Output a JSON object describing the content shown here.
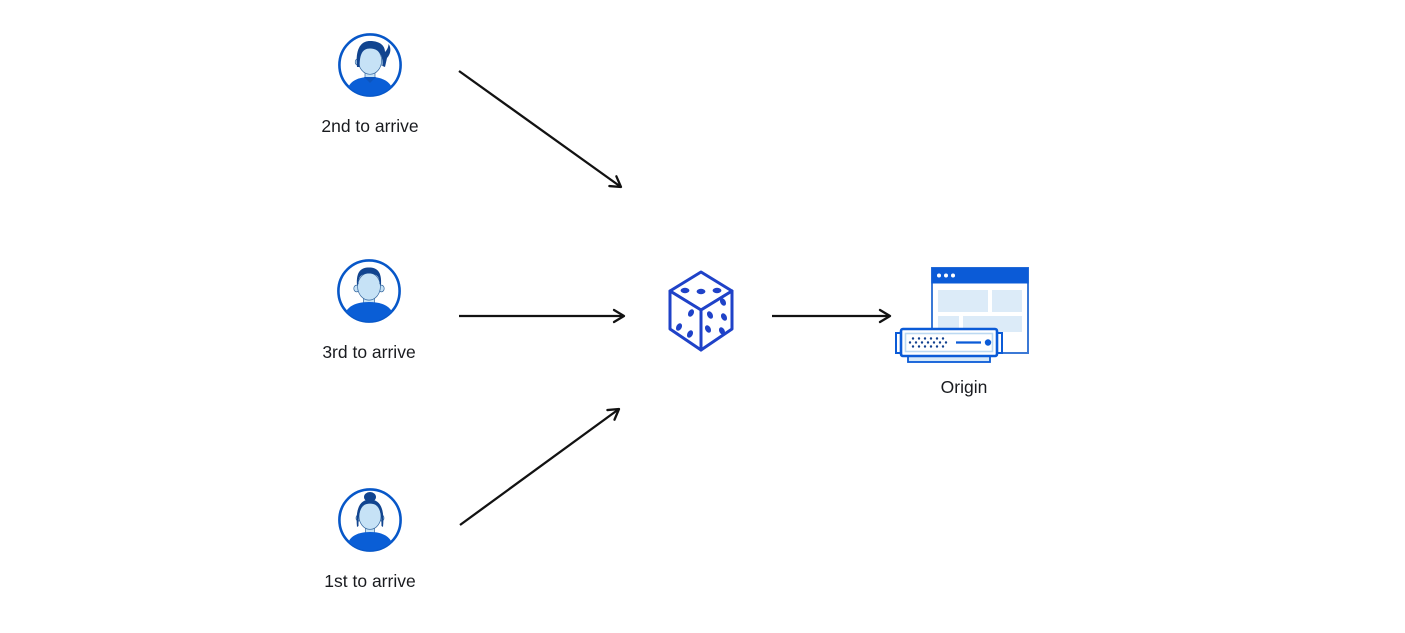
{
  "diagram": {
    "clients": [
      {
        "label": "2nd to arrive",
        "icon": "user-avatar-male-quiff-icon"
      },
      {
        "label": "3rd to arrive",
        "icon": "user-avatar-male-icon"
      },
      {
        "label": "1st to arrive",
        "icon": "user-avatar-female-icon"
      }
    ],
    "selector": {
      "icon": "dice-icon"
    },
    "origin": {
      "label": "Origin",
      "icon": "origin-server-browser-icon"
    },
    "arrows": [
      {
        "from": "2nd to arrive",
        "to": "dice"
      },
      {
        "from": "3rd to arrive",
        "to": "dice"
      },
      {
        "from": "1st to arrive",
        "to": "dice"
      },
      {
        "from": "dice",
        "to": "Origin"
      }
    ],
    "colors": {
      "background": "#ffffff",
      "outline_blue": "#0757c8",
      "shirt_blue": "#0a5ed6",
      "face_blue": "#c6e2f6",
      "hair_navy": "#11448f",
      "dice_blue": "#1f42c8",
      "titlebar_blue": "#0b5bd7",
      "panel_blue": "#dcebf8",
      "arrow_black": "#121212",
      "text": "#191b1f"
    }
  }
}
